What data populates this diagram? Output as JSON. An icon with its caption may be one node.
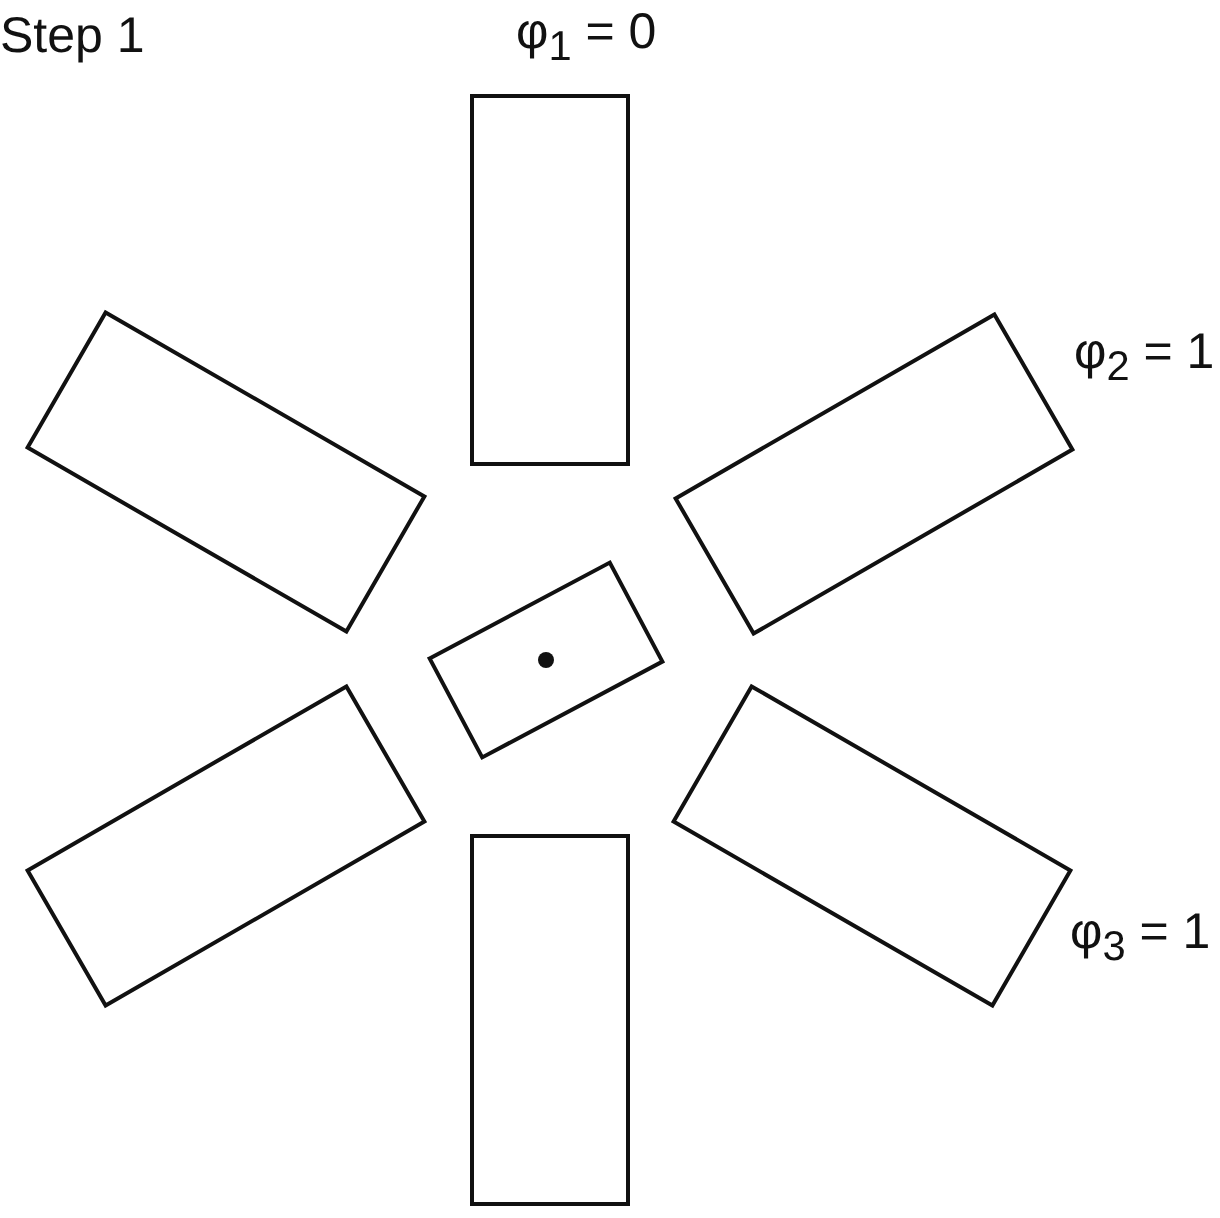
{
  "diagram": {
    "title": "Step 1",
    "nodes": [
      {
        "text": [],
        "shape": "box",
        "beside": [
          "φ$_{1}$ = 0"
        ]
      },
      {
        "text": [],
        "shape": "box"
      },
      {
        "text": [],
        "shape": "box",
        "beside": [
          "φ$_{2}$ = 1"
        ]
      },
      {
        "text": [],
        "shape": "box"
      },
      {
        "text": [],
        "shape": "box"
      },
      {
        "text": [],
        "shape": "box",
        "beside": [
          "φ$_{3}$ = 1"
        ]
      },
      {
        "text": [],
        "shape": "box"
      }
    ]
  }
}
